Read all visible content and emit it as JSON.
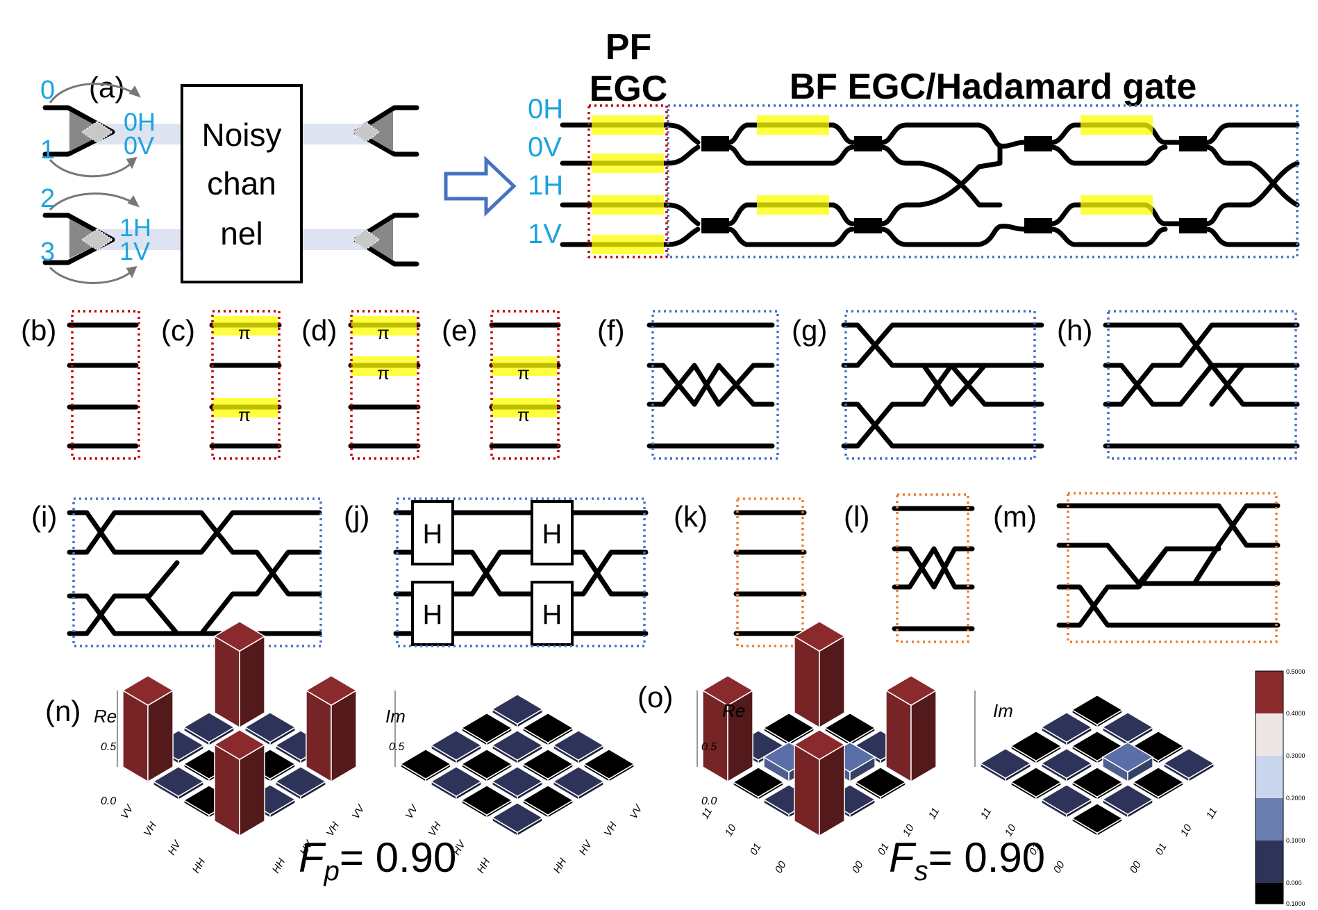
{
  "panel_labels": {
    "a": "(a)",
    "b": "(b)",
    "c": "(c)",
    "d": "(d)",
    "e": "(e)",
    "f": "(f)",
    "g": "(g)",
    "h": "(h)",
    "i": "(i)",
    "j": "(j)",
    "k": "(k)",
    "l": "(l)",
    "m": "(m)",
    "n": "(n)",
    "o": "(o)"
  },
  "panel_a": {
    "port_numbers": [
      "0",
      "1",
      "2",
      "3"
    ],
    "mode_labels": [
      "0H",
      "0V",
      "1H",
      "1V"
    ],
    "channel_lines": [
      "Noisy",
      "chan",
      "nel"
    ]
  },
  "main_circuit": {
    "title_pf_line1": "PF",
    "title_pf_line2": "EGC",
    "title_bf": "BF EGC/Hadamard gate",
    "mode_labels": [
      "0H",
      "0V",
      "1H",
      "1V"
    ]
  },
  "phase_symbol": "π",
  "hadamard_symbol": "H",
  "tomography": {
    "n": {
      "re_label": "Re",
      "im_label": "Im",
      "ztick_top": "0.5",
      "ztick_bottom": "0.0",
      "basis_labels": [
        "VV",
        "VH",
        "HV",
        "HH"
      ],
      "fidelity_symbol": "F",
      "fidelity_sub": "p",
      "fidelity_value": "= 0.90"
    },
    "o": {
      "re_label": "Re",
      "im_label": "Im",
      "ztick_top": "0.5",
      "ztick_bottom": "0.0",
      "basis_labels": [
        "11",
        "10",
        "01",
        "00"
      ],
      "fidelity_symbol": "F",
      "fidelity_sub": "s",
      "fidelity_value": "= 0.90"
    },
    "colorbar": {
      "ticks": [
        "0.5000",
        "0.4000",
        "0.3000",
        "0.2000",
        "0.1000",
        "0.000",
        "0.1000"
      ],
      "colors": [
        "#8b2a2d",
        "#ece6e4",
        "#c9d6ee",
        "#6b7eb0",
        "#2e3459",
        "#000000"
      ]
    }
  },
  "colors": {
    "label_cyan": "#1aa3e0",
    "highlight": "#ffff00",
    "pf_box": "#c00000",
    "bf_box": "#4472c4",
    "other_box": "#ed7d31",
    "bar_red": "#8b2a2d",
    "tile_navy": "#2e3459"
  }
}
